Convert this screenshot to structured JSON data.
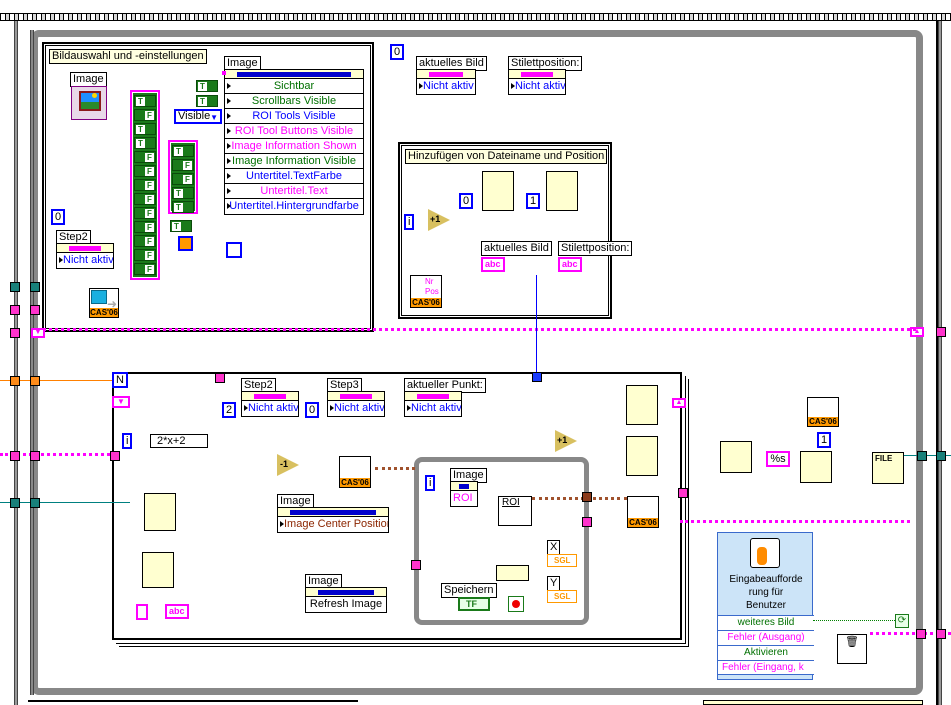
{
  "diagram": {
    "outer_frames": {
      "main_sequence_label": "Bildauswahl und -einstellungen",
      "add_filename_label": "Hinzufügen von Dateiname und Position"
    },
    "image_refnum": {
      "label": "Image"
    },
    "image_property_node": {
      "label": "Image",
      "properties": [
        {
          "name": "Sichtbar",
          "color": "green"
        },
        {
          "name": "Scrollbars Visible",
          "color": "green"
        },
        {
          "name": "ROI Tools Visible",
          "color": "blue"
        },
        {
          "name": "ROI Tool Buttons Visible",
          "color": "magenta"
        },
        {
          "name": "Image Information Shown",
          "color": "magenta"
        },
        {
          "name": "Image Information Visible",
          "color": "green"
        },
        {
          "name": "Untertitel.TextFarbe",
          "color": "blue"
        },
        {
          "name": "Untertitel.Text",
          "color": "magenta"
        },
        {
          "name": "Untertitel.Hintergrundfarbe",
          "color": "blue"
        }
      ]
    },
    "visible_enum": {
      "value": "Visible"
    },
    "bool_column_1": [
      "T",
      "F",
      "T",
      "T",
      "F",
      "F",
      "F",
      "F",
      "F",
      "F",
      "F",
      "F",
      "F"
    ],
    "bool_column_2": [
      "T",
      "F",
      "F",
      "T",
      "T"
    ],
    "bool_top": [
      "T",
      "T"
    ],
    "bool_single": "T",
    "step2_top": {
      "const": "0",
      "label": "Step2",
      "value": "Nicht aktiv"
    },
    "aktuelles_bild_top": {
      "label": "aktuelles Bild",
      "value": "Nicht aktiv"
    },
    "stilett_top": {
      "label": "Stilettposition:",
      "value": "Nicht aktiv"
    },
    "const_zero_top": "0",
    "add_frame": {
      "iter": "i",
      "incr": "+1",
      "const0": "0",
      "const1": "1",
      "label_bild": "aktuelles Bild",
      "label_stilett": "Stilettposition:",
      "abc": "abc",
      "cas_nr": "Nr",
      "cas_pos": "Pos"
    },
    "cas_label": "CAS'06",
    "for_loop": {
      "count": "N",
      "iter": "i",
      "expr": "2*x+2",
      "step2": {
        "const": "2",
        "label": "Step2",
        "value": "Nicht aktiv"
      },
      "step3": {
        "const": "0",
        "label": "Step3",
        "value": "Nicht aktiv"
      },
      "aktueller_punkt": {
        "label": "aktueller Punkt:",
        "value": "Nicht aktiv"
      },
      "decr": "-1",
      "incr": "+1",
      "image_center": {
        "label": "Image",
        "value": "Image Center Position"
      },
      "refresh": {
        "label": "Image",
        "value": "Refresh Image"
      },
      "abc": "abc"
    },
    "while_loop": {
      "iter": "i",
      "image_label": "Image",
      "roi_property": "ROI",
      "roi_node": "ROI",
      "x_label": "X",
      "y_label": "Y",
      "sgl": "SGL",
      "speichern_label": "Speichern",
      "speichern_value": "TF"
    },
    "format": {
      "fmt": "%s",
      "const1": "1",
      "file": "FILE"
    },
    "user_prompt": {
      "title": "Eingabeaufforderung für Benutzer",
      "title_lines": [
        "Eingabeaufforde",
        "rung für",
        "Benutzer"
      ],
      "terminals": [
        {
          "name": "weiteres Bild",
          "color": "green"
        },
        {
          "name": "Fehler (Ausgang)",
          "color": "magenta"
        },
        {
          "name": "Aktivieren",
          "color": "green"
        },
        {
          "name": "Fehler (Eingang, k",
          "color": "magenta"
        }
      ]
    }
  }
}
